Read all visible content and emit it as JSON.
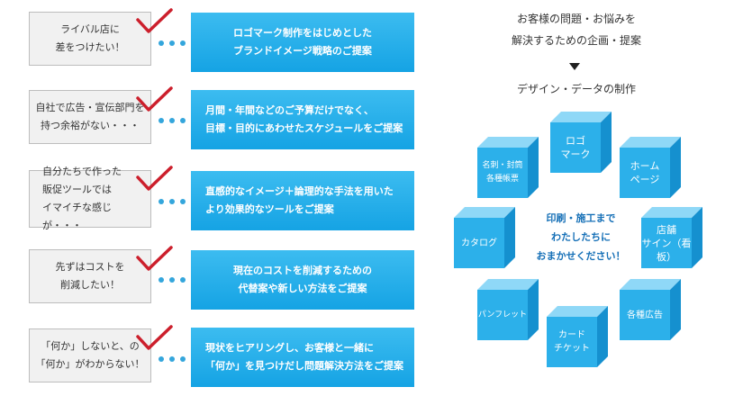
{
  "rows": [
    {
      "problem": "ライバル店に\n差をつけたい！",
      "solution": "ロゴマーク制作をはじめとした\nブランドイメージ戦略のご提案"
    },
    {
      "problem": "自社で広告・宣伝部門を\n持つ余裕がない・・・",
      "solution": "月間・年間などのご予算だけでなく、\n目標・目的にあわせたスケジュールをご提案"
    },
    {
      "problem": "自分たちで作った\n販促ツールでは\nイマイチな感じが・・・",
      "solution": "直感的なイメージ＋論理的な手法を用いた\nより効果的なツールをご提案"
    },
    {
      "problem": "先ずはコストを\n削減したい！",
      "solution": "現在のコストを削減するための\n代替案や新しい方法をご提案"
    },
    {
      "problem": "「何か」しないと、の\n「何か」がわからない！",
      "solution": "現状をヒアリングし、お客様と一緒に\n「何か」を見つけだし問題解決方法をご提案"
    }
  ],
  "right": {
    "heading_line1": "お客様の問題・お悩みを",
    "heading_line2": "解決するための企画・提案",
    "subheading": "デザイン・データの制作",
    "center_message": "印刷・施工まで\nわたしたちに\nおまかせください！",
    "cubes": [
      "ロゴ\nマーク",
      "ホーム\nページ",
      "店舗\nサイン（看板）",
      "各種広告",
      "カード\nチケット",
      "パンフレット",
      "カタログ",
      "名刺・封筒\n各種帳票"
    ]
  },
  "colors": {
    "solution_blue": "#15a3e4",
    "check_red": "#cc1f2c",
    "center_text_blue": "#1670b7"
  }
}
